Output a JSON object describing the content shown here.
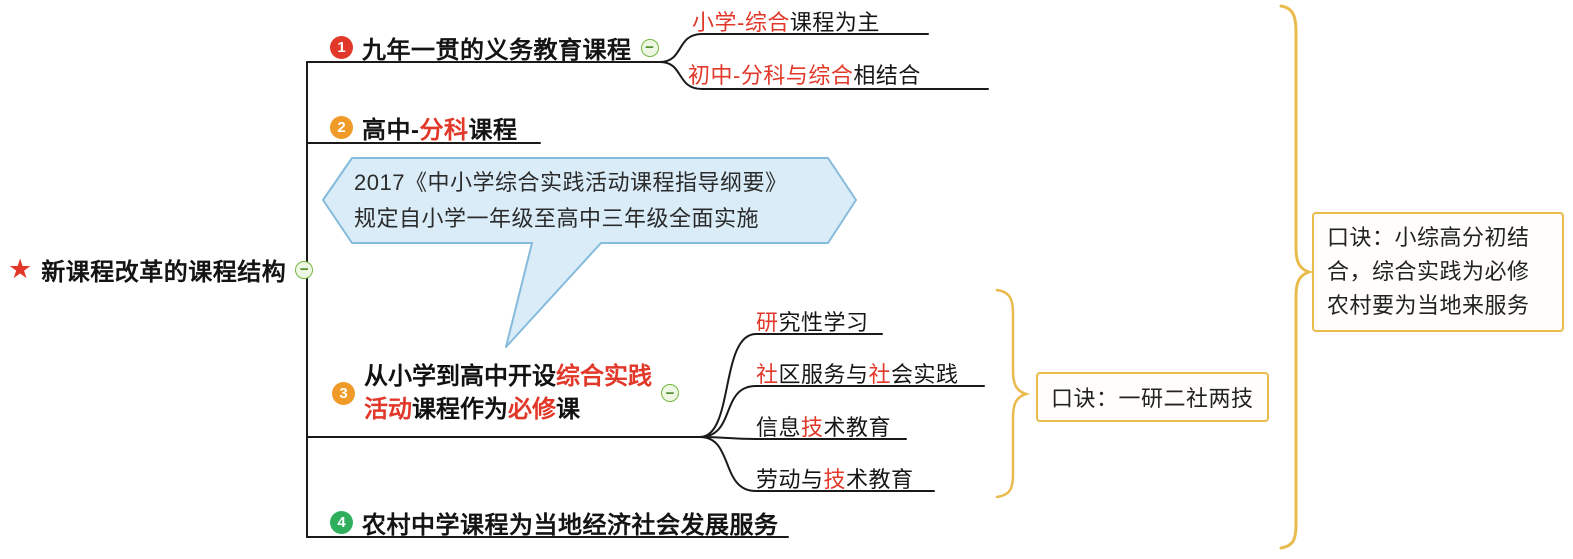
{
  "root": {
    "star": "★",
    "label": "新课程改革的课程结构"
  },
  "icons": {
    "collapse_glyph": "−",
    "star_icon": "★"
  },
  "branches": {
    "b1": {
      "num": "1",
      "label": "九年一贯的义务教育课程",
      "children": {
        "c1": {
          "red": "小学-综合",
          "black": "课程为主"
        },
        "c2": {
          "red": "初中-分科与综合",
          "black": "相结合"
        }
      }
    },
    "b2": {
      "num": "2",
      "black1": "高中-",
      "red": "分科",
      "black2": "课程"
    },
    "b3": {
      "num": "3",
      "l1_black": "从小学到高中开设",
      "l1_red": "综合实践",
      "l2_red1": "活动",
      "l2_black1": "课程作为",
      "l2_red2": "必修",
      "l2_black2": "课",
      "children": {
        "c1": {
          "red1": "研",
          "black1": "究性学习"
        },
        "c2": {
          "red1": "社",
          "black1": "区服务与",
          "red2": "社",
          "black2": "会实践"
        },
        "c3": {
          "black1": "信息",
          "red1": "技",
          "black2": "术教育"
        },
        "c4": {
          "black1": "劳动与",
          "red1": "技",
          "black2": "术教育"
        }
      },
      "note": "口诀：一研二社两技"
    },
    "b4": {
      "num": "4",
      "label": "农村中学课程为当地经济社会发展服务"
    }
  },
  "callout": {
    "line1": "2017《中小学综合实践活动课程指导纲要》",
    "line2": "规定自小学一年级至高中三年级全面实施"
  },
  "right_note": "口诀：小综高分初结合，综合实践为必修农村要为当地来服务",
  "colors": {
    "red_accent": "#e2382a",
    "orange_badge": "#f09a28",
    "green_badge": "#2fae5b",
    "collapse_green": "#74b93e",
    "callout_fill": "#d9ecf8",
    "callout_border": "#85bbdb",
    "bracket_orange": "#e9bb4d",
    "line_black": "#1a1a1a"
  }
}
